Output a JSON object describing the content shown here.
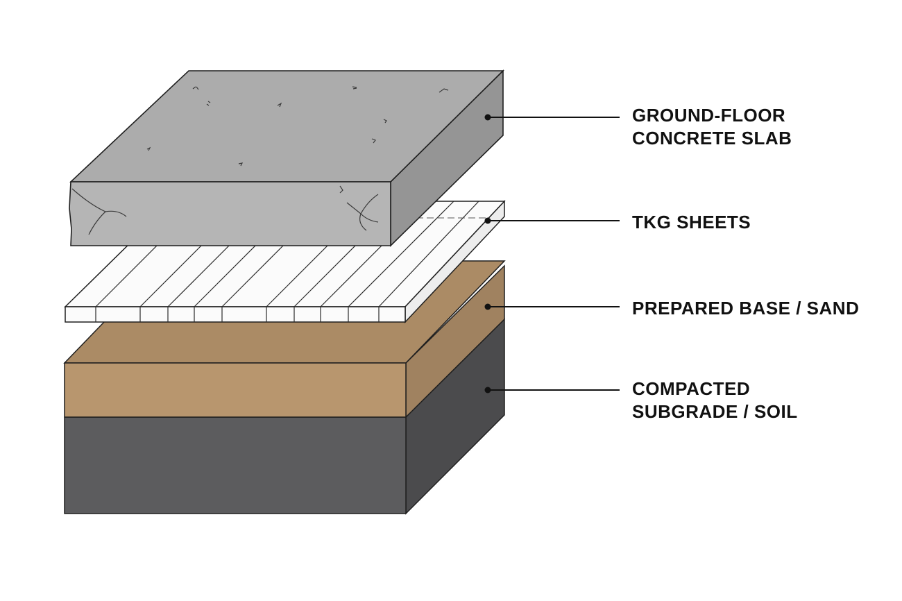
{
  "layers": [
    {
      "id": "slab",
      "label_lines": [
        "GROUND-FLOOR",
        "CONCRETE SLAB"
      ],
      "color": "#b5b5b5"
    },
    {
      "id": "tkg",
      "label_lines": [
        "TKG SHEETS"
      ],
      "color": "#fbfbfb"
    },
    {
      "id": "sand",
      "label_lines": [
        "PREPARED BASE / SAND"
      ],
      "color": "#b8966e"
    },
    {
      "id": "soil",
      "label_lines": [
        "COMPACTED",
        "SUBGRADE / SOIL"
      ],
      "color": "#5c5c5e"
    }
  ],
  "colors": {
    "slab_top": "#acacac",
    "slab_front": "#b5b5b5",
    "slab_side": "#959595",
    "sand_top": "#ab8b65",
    "sand_front": "#b8966e",
    "sand_side": "#a08260",
    "soil_front": "#5c5c5e",
    "soil_side": "#4b4b4d",
    "sheet_face": "#fbfbfb",
    "outline": "#1f1f1f",
    "leader": "#111111"
  }
}
